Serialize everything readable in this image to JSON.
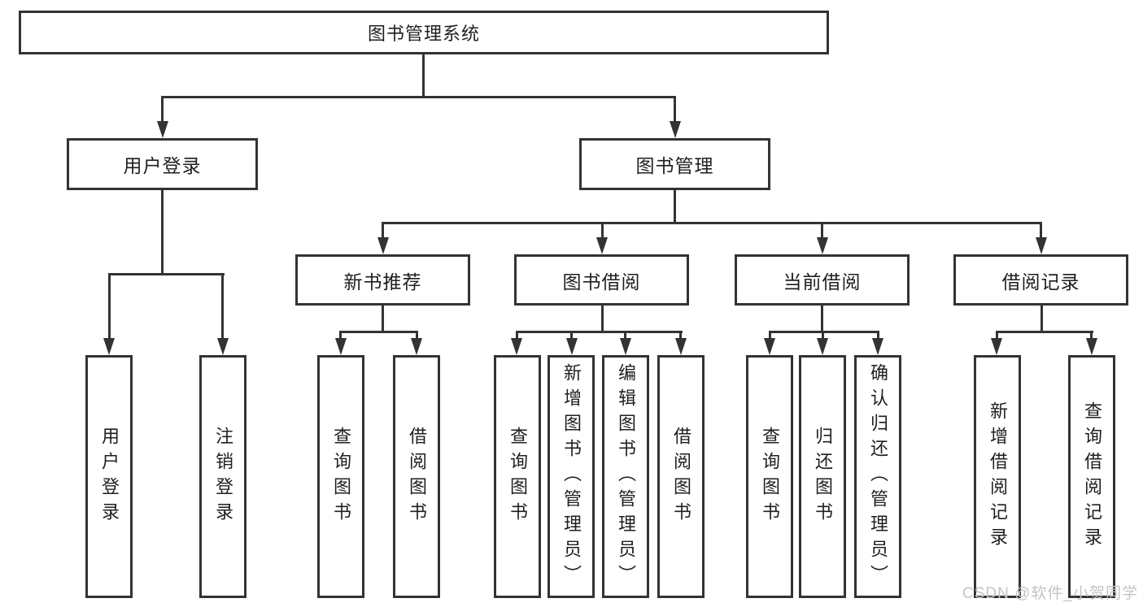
{
  "diagram": {
    "root": {
      "label": "图书管理系统"
    },
    "branches": [
      {
        "label": "用户登录"
      },
      {
        "label": "图书管理"
      }
    ],
    "modules": [
      {
        "label": "新书推荐"
      },
      {
        "label": "图书借阅"
      },
      {
        "label": "当前借阅"
      },
      {
        "label": "借阅记录"
      }
    ],
    "leaves": [
      {
        "label": "用户登录"
      },
      {
        "label": "注销登录"
      },
      {
        "label": "查询图书"
      },
      {
        "label": "借阅图书"
      },
      {
        "label": "查询图书"
      },
      {
        "label": "新增图书（管理员）"
      },
      {
        "label": "编辑图书（管理员）"
      },
      {
        "label": "借阅图书"
      },
      {
        "label": "查询图书"
      },
      {
        "label": "归还图书"
      },
      {
        "label": "确认归还（管理员）"
      },
      {
        "label": "新增借阅记录"
      },
      {
        "label": "查询借阅记录"
      }
    ],
    "watermark": "CSDN @软件_小贺同学",
    "colors": {
      "line": "#333333",
      "text": "#1f1f1f",
      "background": "#ffffff",
      "watermark": "#c4c4c4"
    }
  }
}
